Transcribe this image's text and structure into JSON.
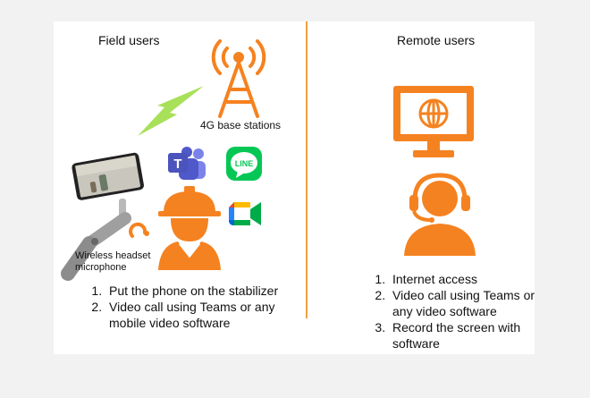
{
  "left": {
    "title": "Field users",
    "base_station_label": "4G base stations",
    "headset_label_line1": "Wireless headset",
    "headset_label_line2": "microphone",
    "steps": [
      "Put the phone on the stabilizer",
      "Video call using Teams or any mobile video software"
    ]
  },
  "right": {
    "title": "Remote users",
    "steps": [
      "Internet access",
      "Video call using Teams or any video software",
      "Record the screen with software"
    ]
  },
  "apps": {
    "teams": "T",
    "line": "LINE"
  },
  "icons": {
    "tower": "cell-tower-icon",
    "lightning": "lightning-bolt-icon",
    "phone": "phone-gimbal-icon",
    "worker": "construction-worker-icon",
    "monitor": "monitor-globe-icon",
    "person": "headset-person-icon"
  },
  "colors": {
    "accent": "#f58220",
    "lightning": "#a8e05a",
    "divider": "#f0a040",
    "teams": "#5059c9",
    "line": "#06c755"
  }
}
